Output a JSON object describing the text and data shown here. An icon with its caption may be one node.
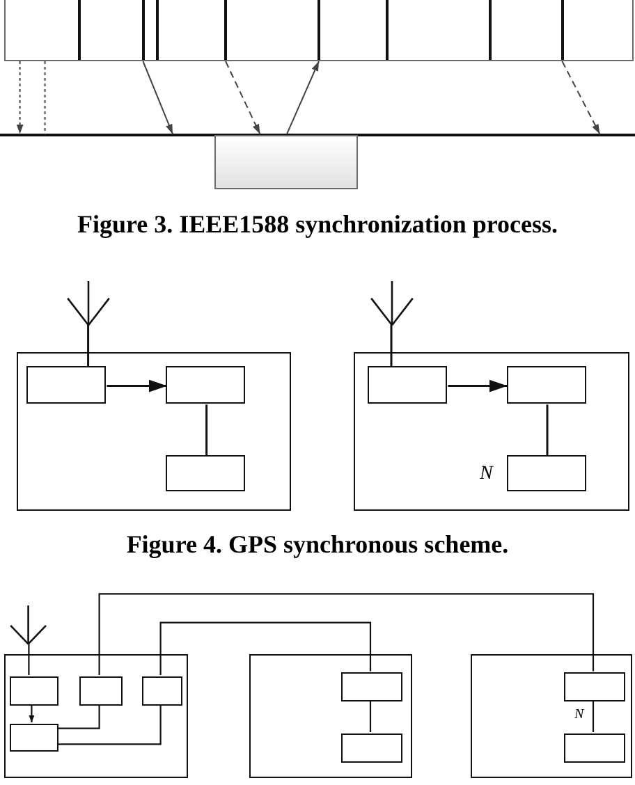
{
  "diagram": {
    "nodes": [
      {
        "text": [],
        "shape": "bar"
      },
      {
        "text": [],
        "shape": "line"
      },
      {
        "text": [],
        "shape": "box"
      },
      {
        "text": [],
        "shape": "antenna"
      },
      {
        "text": [],
        "shape": "box"
      },
      {
        "text": [],
        "shape": "box",
        "in": 4
      },
      {
        "text": [],
        "shape": "box",
        "in": 4
      },
      {
        "text": [],
        "shape": "box",
        "in": 4
      },
      {
        "text": [],
        "shape": "antenna"
      },
      {
        "text": [],
        "shape": "box"
      },
      {
        "text": [],
        "shape": "box",
        "in": 9
      },
      {
        "text": [],
        "shape": "box",
        "in": 9
      },
      {
        "text": [],
        "shape": "box",
        "in": 9,
        "beside": [
          "N"
        ]
      },
      {
        "text": [],
        "shape": "antenna"
      },
      {
        "text": [],
        "shape": "box"
      },
      {
        "text": [],
        "shape": "box",
        "in": 14
      },
      {
        "text": [],
        "shape": "box",
        "in": 14
      },
      {
        "text": [],
        "shape": "box",
        "in": 14
      },
      {
        "text": [],
        "shape": "box",
        "in": 14
      },
      {
        "text": [],
        "shape": "box"
      },
      {
        "text": [],
        "shape": "box",
        "in": 19
      },
      {
        "text": [],
        "shape": "box",
        "in": 19
      },
      {
        "text": [],
        "shape": "box"
      },
      {
        "text": [],
        "shape": "box",
        "in": 22
      },
      {
        "text": [],
        "shape": "box",
        "in": 22
      }
    ],
    "edges": [
      {
        "from": 0,
        "to": 1,
        "arrow": "to",
        "style": "dashed"
      },
      {
        "from": 0,
        "to": 1,
        "arrow": "none",
        "style": "dashed"
      },
      {
        "from": 0,
        "to": 1,
        "arrow": "to"
      },
      {
        "from": 0,
        "to": 1,
        "arrow": "to",
        "style": "dashed"
      },
      {
        "from": 1,
        "to": 0,
        "arrow": "to"
      },
      {
        "from": 0,
        "to": 1,
        "arrow": "to",
        "style": "dashed"
      },
      {
        "from": 3,
        "to": 5,
        "arrow": "none"
      },
      {
        "from": 5,
        "to": 6,
        "arrow": "to"
      },
      {
        "from": 6,
        "to": 7,
        "arrow": "none"
      },
      {
        "from": 8,
        "to": 10,
        "arrow": "none"
      },
      {
        "from": 10,
        "to": 11,
        "arrow": "to"
      },
      {
        "from": 11,
        "to": 12,
        "arrow": "none"
      },
      {
        "from": 13,
        "to": 15,
        "arrow": "none"
      },
      {
        "from": 15,
        "to": 18,
        "arrow": "to"
      },
      {
        "from": 16,
        "to": 18,
        "arrow": "none"
      },
      {
        "from": 17,
        "to": 18,
        "arrow": "none"
      },
      {
        "from": 16,
        "to": 23,
        "arrow": "none"
      },
      {
        "from": 17,
        "to": 20,
        "arrow": "none"
      },
      {
        "from": 20,
        "to": 21,
        "arrow": "none"
      },
      {
        "from": 23,
        "to": 24,
        "arrow": "none",
        "label": "N"
      }
    ],
    "labels": [
      "Figure 3. IEEE1588 synchronization process.",
      "Figure 4. GPS synchronous scheme."
    ]
  }
}
